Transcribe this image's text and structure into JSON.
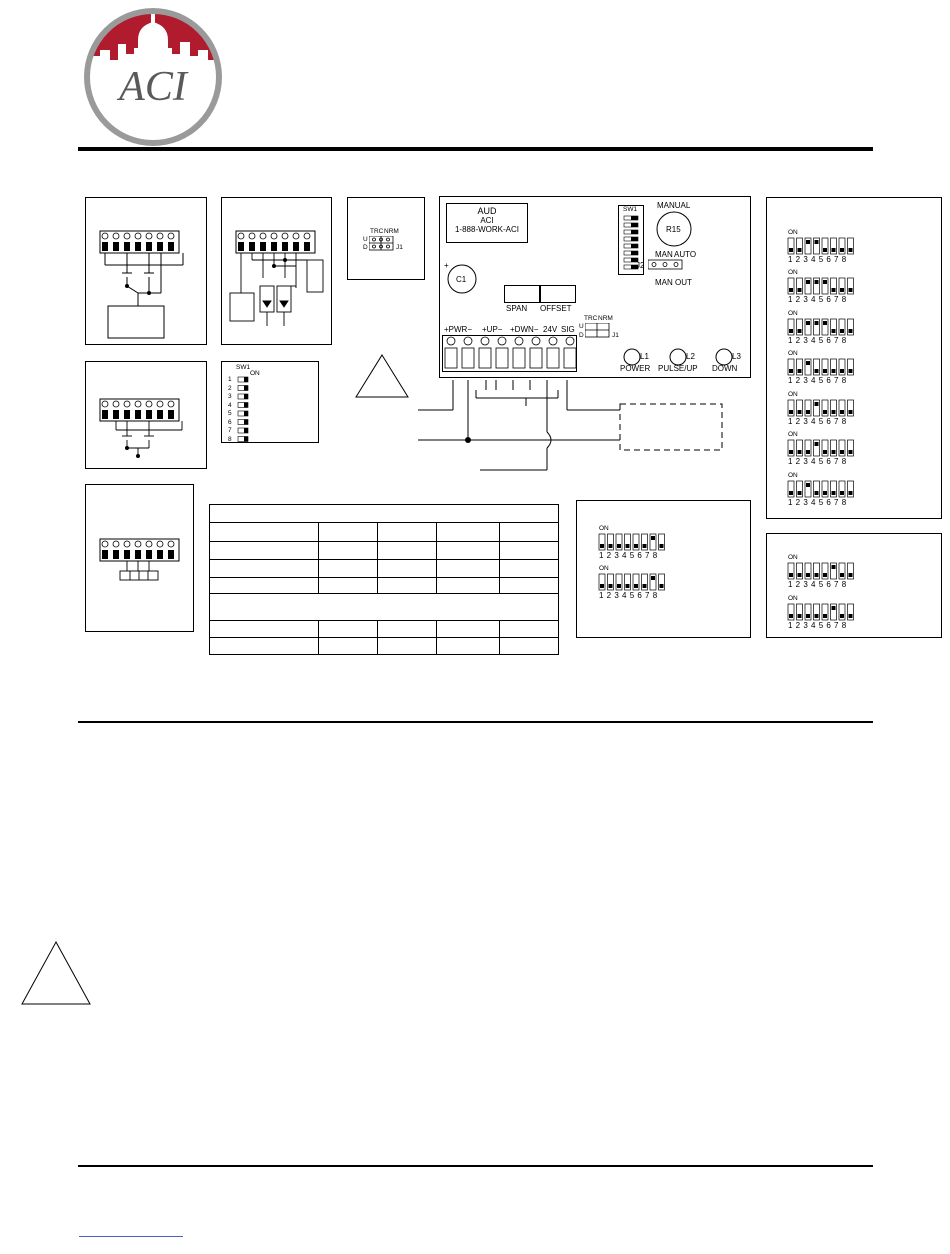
{
  "logo": {
    "text": "ACI",
    "brand_red": "#b01c2e",
    "ring_gray": "#9a9a9a"
  },
  "board": {
    "product": "AUD",
    "maker": "ACI",
    "phone": "1-888-WORK-ACI",
    "cap": "C1",
    "cap_polarity": "+",
    "pot": "R15",
    "mode_label": "MANUAL",
    "jumper_j2": "J2",
    "jumper_j2_options": [
      "MAN",
      "AUTO"
    ],
    "man_out": "MAN OUT",
    "span": "SPAN",
    "offset": "OFFSET",
    "switch_label": "SW1",
    "j1": "J1",
    "j1_options": [
      "TRC",
      "NRM"
    ],
    "j1_rows": [
      "U",
      "D"
    ],
    "terminals": [
      "+PWR−",
      "+UP−",
      "+DWN−",
      "24V",
      "SIG"
    ],
    "leds": [
      {
        "ref": "L1",
        "label": "POWER"
      },
      {
        "ref": "L2",
        "label": "PULSE/UP"
      },
      {
        "ref": "L3",
        "label": "DOWN"
      }
    ]
  },
  "jumper_detail": {
    "options": [
      "TRC",
      "NRM"
    ],
    "rows": [
      "U",
      "D"
    ],
    "ref": "J1"
  },
  "dip": {
    "on_label": "ON",
    "positions": [
      "1",
      "2",
      "3",
      "4",
      "5",
      "6",
      "7",
      "8"
    ],
    "sw_list": [
      "1",
      "2",
      "3",
      "4",
      "5",
      "6",
      "7",
      "8"
    ]
  },
  "table": {
    "rows": [
      [
        "",
        "",
        "",
        "",
        ""
      ],
      [
        "",
        "",
        "",
        "",
        ""
      ],
      [
        "",
        "",
        "",
        "",
        ""
      ],
      [
        "",
        "",
        "",
        "",
        ""
      ]
    ],
    "rows2": [
      [
        "",
        "",
        "",
        "",
        ""
      ],
      [
        "",
        "",
        "",
        "",
        ""
      ]
    ]
  }
}
